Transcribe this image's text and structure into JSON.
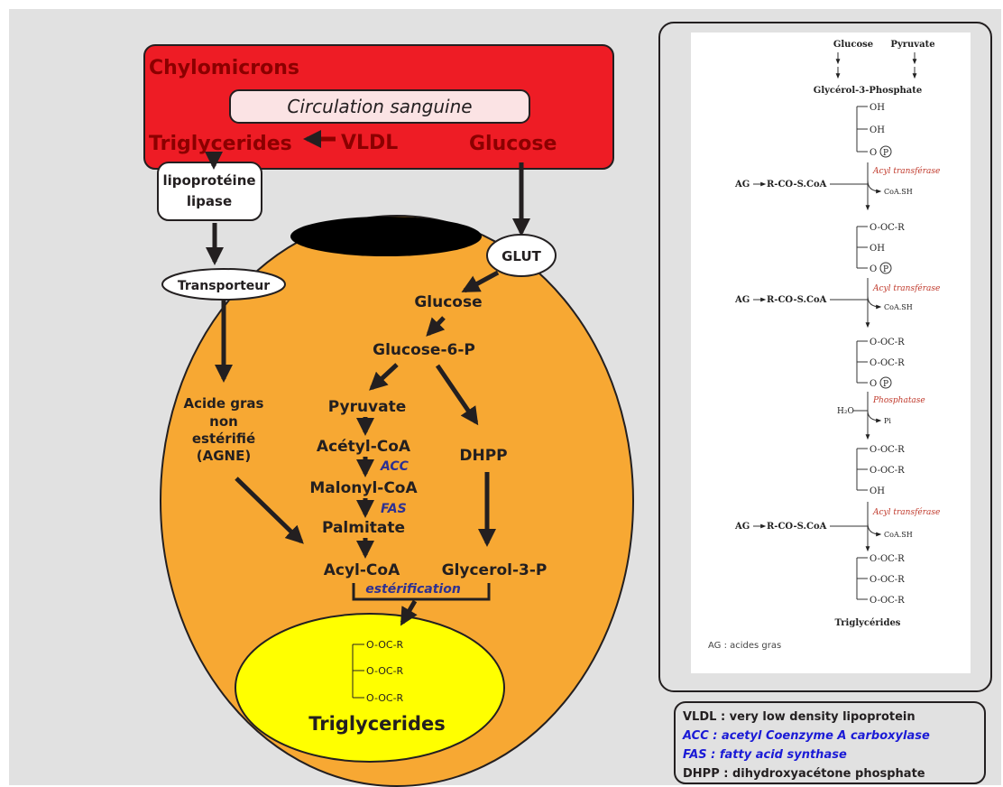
{
  "left": {
    "chylomicrons": "Chylomicrons",
    "circulation": "Circulation sanguine",
    "triglycerides_top": "Triglycerides",
    "vldl": "VLDL",
    "glucose_top": "Glucose",
    "lipase_1": "lipoprotéine",
    "lipase_2": "lipase",
    "glut": "GLUT",
    "transporteur": "Transporteur",
    "glucose_in": "Glucose",
    "glucose6p": "Glucose-6-P",
    "pyruvate": "Pyruvate",
    "acetylcoa": "Acétyl-CoA",
    "acc": "ACC",
    "malonylcoa": "Malonyl-CoA",
    "fas": "FAS",
    "palmitate": "Palmitate",
    "acylcoa": "Acyl-CoA",
    "dhpp": "DHPP",
    "glycerol3p": "Glycerol-3-P",
    "agne_1": "Acide gras",
    "agne_2": "non",
    "agne_3": "estérifié",
    "agne_4": "(AGNE)",
    "esterification": "estérification",
    "ooc1": "O-OC-R",
    "ooc2": "O-OC-R",
    "ooc3": "O-OC-R",
    "triglycerides_bottom": "Triglycerides"
  },
  "right": {
    "glucose": "Glucose",
    "pyruvate": "Pyruvate",
    "glycerol3p": "Glycérol-3-Phosphate",
    "s1": [
      "OH",
      "OH",
      "O"
    ],
    "p": "P",
    "ag": "AG",
    "rcoscoa": "R-CO-S.CoA",
    "acyl_transferase": "Acyl transférase",
    "coash": "CoA.SH",
    "s2": [
      "O-OC-R",
      "OH",
      "O"
    ],
    "s3": [
      "O-OC-R",
      "O-OC-R",
      "O"
    ],
    "phosphatase": "Phosphatase",
    "h2o": "H₂O",
    "pi": "Pi",
    "s4": [
      "O-OC-R",
      "O-OC-R",
      "OH"
    ],
    "s5": [
      "O-OC-R",
      "O-OC-R",
      "O-OC-R"
    ],
    "triglycerides": "Triglycérides",
    "ag_note": "AG : acides gras"
  },
  "legend": {
    "vldl": "VLDL : very low density lipoprotein",
    "acc": "ACC : acetyl Coenzyme A carboxylase",
    "fas": "FAS : fatty acid synthase",
    "dhpp": "DHPP : dihydroxyacétone phosphate"
  },
  "colors": {
    "plasma_red": "#ee1c25",
    "cell_orange": "#f7a833",
    "lipid_yellow": "#ffff00",
    "background_gray": "#e1e1e1",
    "enzyme_blue": "#2e3192",
    "legend_blue": "#1b1bd6"
  }
}
